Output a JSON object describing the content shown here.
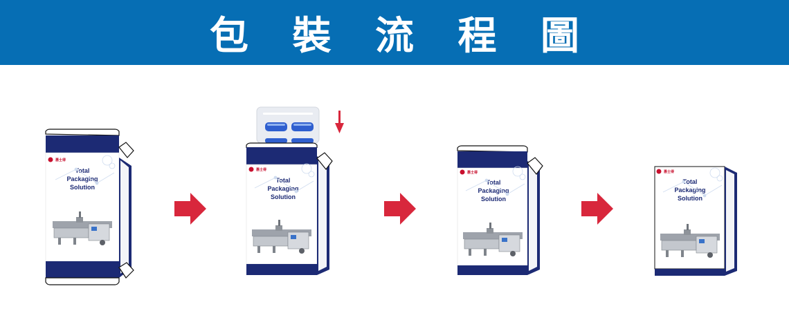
{
  "title": "包 裝 流 程 圖",
  "box": {
    "line1": "Total",
    "line2": "Packaging",
    "line3": "Solution",
    "brand": "惠士得"
  },
  "colors": {
    "banner": "#066eb4",
    "navy": "#1c2a74",
    "arrow": "#d8273c",
    "tray": "#e9ecf2",
    "blister": "#2f5fcf"
  },
  "steps": [
    {
      "name": "flat-carton"
    },
    {
      "name": "insert-product"
    },
    {
      "name": "closed-carton-open-tab"
    },
    {
      "name": "sealed-carton"
    }
  ]
}
